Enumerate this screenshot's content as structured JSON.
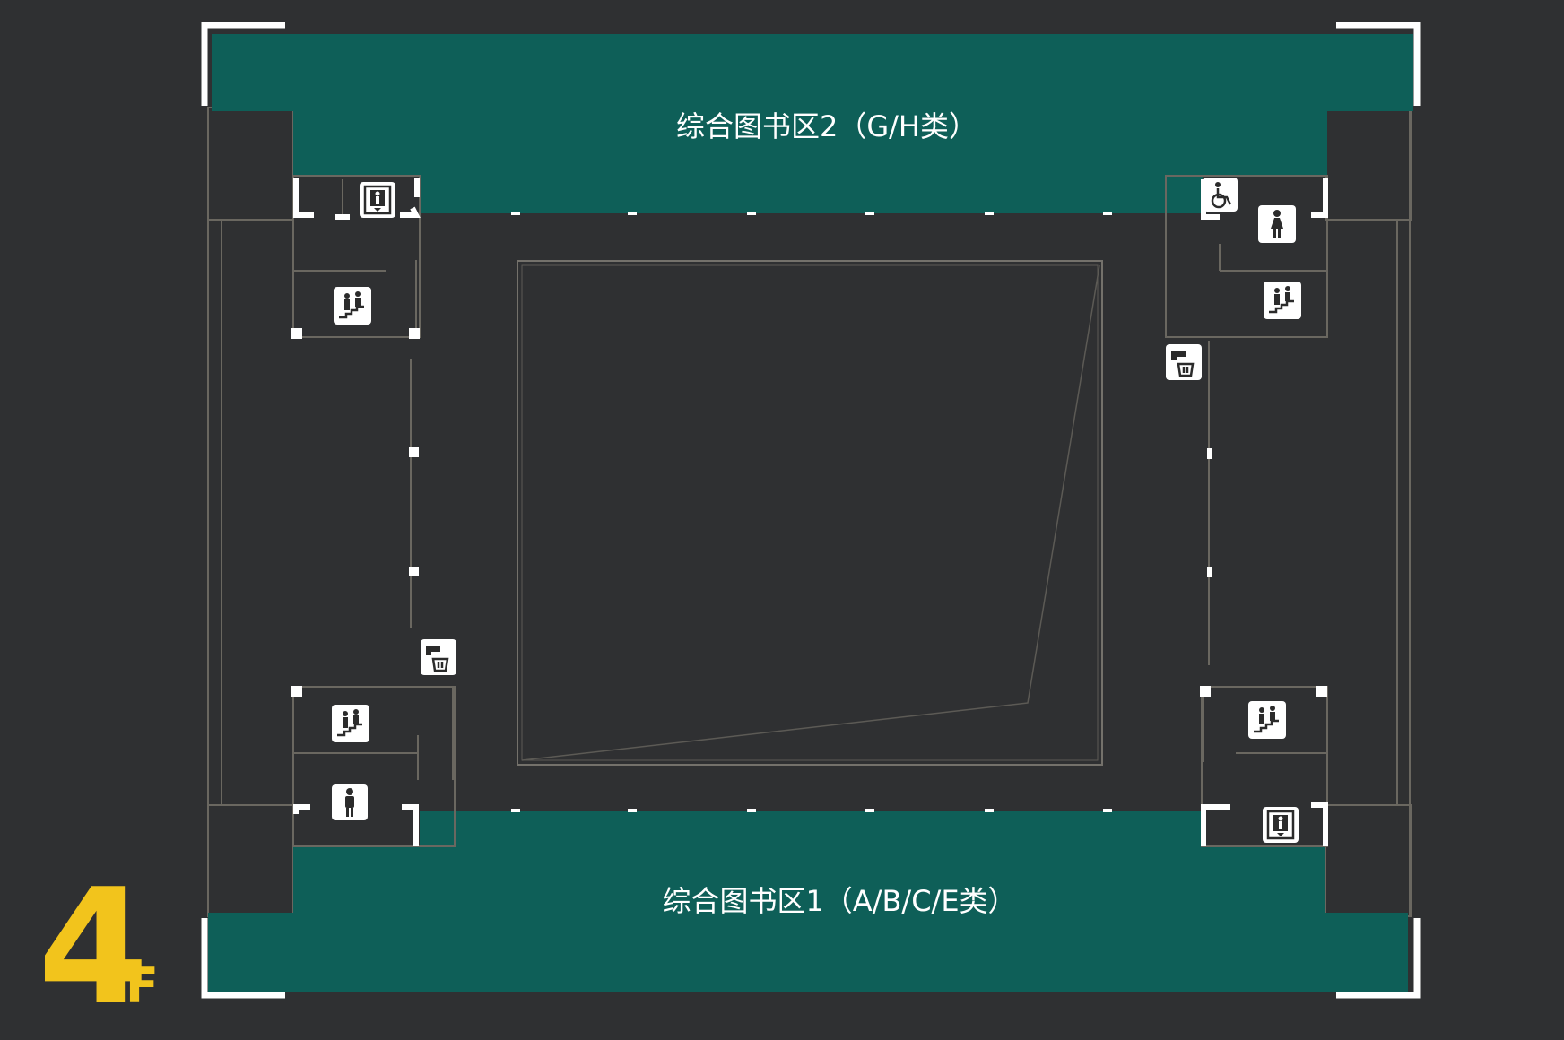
{
  "floor": {
    "number": "4",
    "suffix": "F"
  },
  "zones": [
    {
      "id": "zone-upper",
      "label": "综合图书区2（G/H类）"
    },
    {
      "id": "zone-lower",
      "label": "综合图书区1（A/B/C/E类）"
    }
  ],
  "colors": {
    "background": "#2f3032",
    "zone_fill": "#0e5f58",
    "accent": "#f2c41c",
    "wall": "#6a6760",
    "marker": "#ffffff"
  },
  "icons": [
    "elevator-icon",
    "escalator-icon",
    "accessible-restroom-icon",
    "female-restroom-icon",
    "male-restroom-icon",
    "water-dispenser-icon"
  ]
}
